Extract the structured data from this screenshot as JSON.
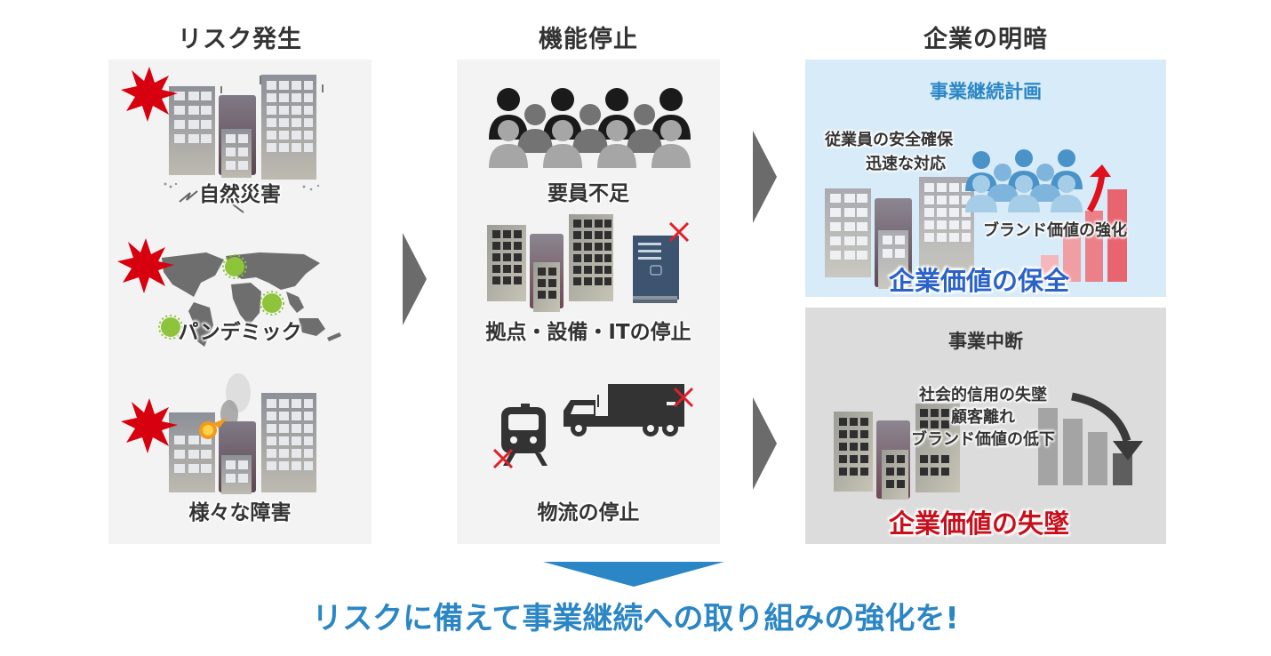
{
  "columns": {
    "risk": {
      "title": "リスク発生",
      "items": [
        {
          "label": "自然災害",
          "icon": "earthquake-buildings-icon"
        },
        {
          "label": "パンデミック",
          "icon": "world-map-virus-icon"
        },
        {
          "label": "様々な障害",
          "icon": "fire-buildings-icon"
        }
      ]
    },
    "stop": {
      "title": "機能停止",
      "items": [
        {
          "label": "要員不足",
          "icon": "people-group-icon"
        },
        {
          "label": "拠点・設備・ITの停止",
          "icon": "buildings-server-icon"
        },
        {
          "label": "物流の停止",
          "icon": "train-truck-icon"
        }
      ]
    },
    "outcome": {
      "title": "企業の明暗",
      "good": {
        "heading": "事業継続計画",
        "points": [
          "従業員の安全確保",
          "迅速な対応"
        ],
        "chart_note": "ブランド価値の強化",
        "result": "企業価値の保全"
      },
      "bad": {
        "heading": "事業中断",
        "points": [
          "社会的信用の失墜",
          "顧客離れ",
          "ブランド価値の低下"
        ],
        "result": "企業価値の失墜"
      }
    }
  },
  "conclusion": "リスクに備えて事業継続への取り組みの強化を!",
  "colors": {
    "panel_gray": "#f3f3f3",
    "good_bg": "#d7ebf8",
    "bad_bg": "#dcdcdc",
    "accent_blue": "#2b86c5",
    "result_blue": "#2a62c9",
    "result_red": "#c8101c",
    "arrow_gray": "#6b6b6b",
    "burst_red": "#d7000f"
  }
}
